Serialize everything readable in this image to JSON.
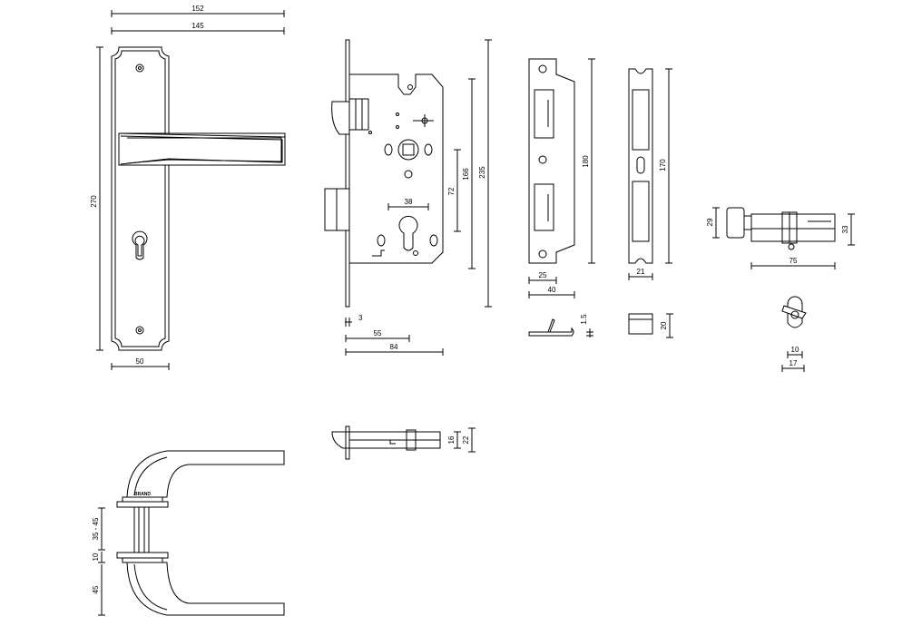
{
  "colors": {
    "line": "#000000",
    "background": "#ffffff"
  },
  "dimensions": {
    "plate_total_width": "152",
    "plate_width": "145",
    "plate_height": "270",
    "plate_base_width": "50",
    "spindle_offset": "38",
    "distance_72": "72",
    "height_166": "166",
    "height_235": "235",
    "faceplate_thickness": "3",
    "backset": "55",
    "case_depth": "84",
    "strike_height": "180",
    "strike_width": "25",
    "strike_total_width": "40",
    "strike_thickness": "1.5",
    "keeper_height": "170",
    "keeper_width": "21",
    "keeper_depth": "20",
    "cylinder_length": "75",
    "cylinder_left": "29",
    "cylinder_height": "33",
    "cylinder_width_inner": "10",
    "cylinder_width_outer": "17",
    "bolt_height_inner": "16",
    "bolt_height_outer": "22",
    "door_range": "35 - 45",
    "rose_thickness": "10",
    "handle_height": "45"
  },
  "labels": {
    "rose_brand": "BRAND"
  }
}
